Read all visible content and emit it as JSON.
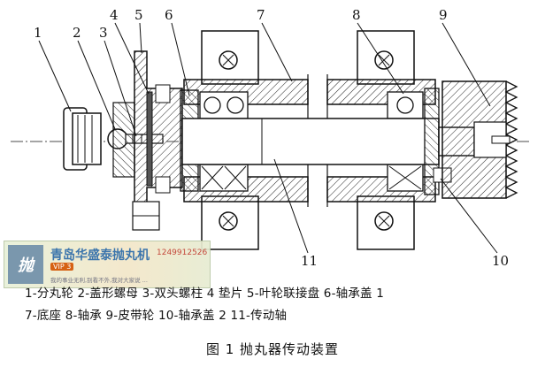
{
  "callouts": [
    "1",
    "2",
    "3",
    "4",
    "5",
    "6",
    "7",
    "8",
    "9",
    "10",
    "11"
  ],
  "legend": {
    "line1": "1-分丸轮 2-盖形螺母 3-双头螺柱 4 垫片 5-叶轮联接盘 6-轴承盖 1",
    "line2": "7-底座 8-轴承 9-皮带轮 10-轴承盖 2 11-传动轴"
  },
  "caption": "图 1    抛丸器传动装置",
  "watermark": {
    "logo": "抛",
    "name": "青岛华盛泰抛丸机",
    "phone": "1249912526",
    "badge": "VIP 3",
    "sub": "我的事业无利,别看不外,我对大家说 ..."
  },
  "colors": {
    "line": "#111111",
    "hatch": "#222222",
    "background": "#ffffff"
  }
}
